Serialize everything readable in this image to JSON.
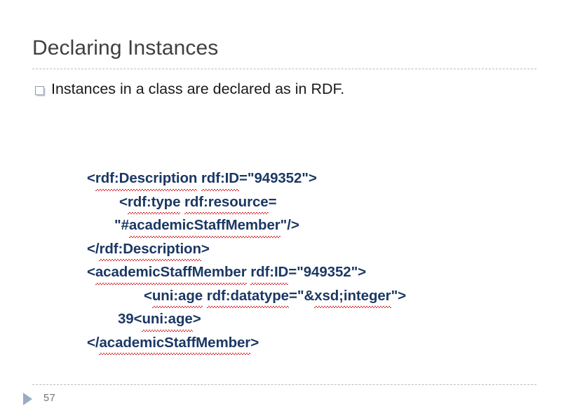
{
  "slide": {
    "title": "Declaring Instances",
    "background_color": "#ffffff",
    "title_color": "#404040",
    "rule_color": "#b9bcc0",
    "accent_color": "#9aadc4",
    "code_color": "#1b3864",
    "spellcheck_underline_color": "#d2282f"
  },
  "body": {
    "bullet_icon": "hollow-square-bullet",
    "bullets": [
      {
        "text": "Instances in a class are declared as in RDF."
      }
    ]
  },
  "code": {
    "language": "rdf-xml",
    "lines": [
      {
        "indent": 0,
        "text": "<rdf:Description rdf:ID=\"949352\">"
      },
      {
        "indent": 46,
        "text": "<rdf:type rdf:resource="
      },
      {
        "indent": 39,
        "text": "\"#academicStaffMember\"/>"
      },
      {
        "indent": 0,
        "text": "</rdf:Description>"
      },
      {
        "indent": 0,
        "text": "<academicStaffMember rdf:ID=\"949352\">"
      },
      {
        "indent": 81,
        "text": "<uni:age rdf:datatype=\"&xsd;integer\">"
      },
      {
        "indent": 44,
        "text": "39<uni:age>"
      },
      {
        "indent": 0,
        "text": "</academicStaffMember>"
      }
    ]
  },
  "footer": {
    "marker_icon": "triangle-right-icon",
    "page_number": "57"
  }
}
